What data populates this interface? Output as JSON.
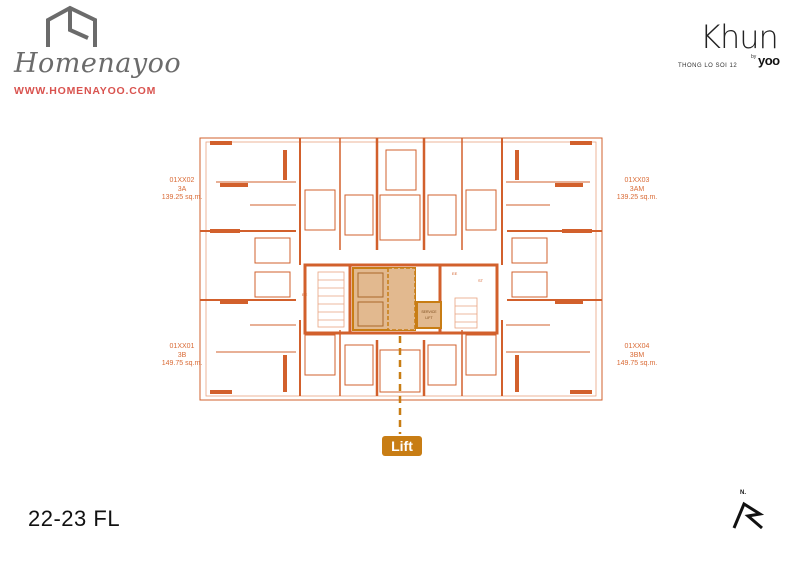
{
  "brand": {
    "name": "Homenayoo",
    "url": "WWW.HOMENAYOO.COM",
    "colors": {
      "name": "#6b6b6b",
      "url": "#d9534f",
      "house": "#6b6b6b"
    }
  },
  "project": {
    "name": "Khun",
    "subtitle": "THONG LO SOI 12",
    "by": "by",
    "partner": "yoo"
  },
  "units": [
    {
      "code": "01XX02",
      "type": "3A",
      "area": "139.25 sq.m."
    },
    {
      "code": "01XX03",
      "type": "3AM",
      "area": "139.25 sq.m."
    },
    {
      "code": "01XX01",
      "type": "3B",
      "area": "149.75 sq.m."
    },
    {
      "code": "01XX04",
      "type": "3BM",
      "area": "149.75 sq.m."
    }
  ],
  "core": {
    "service_lift": [
      "SERVICE",
      "LIFT"
    ],
    "small_labels": [
      "EE",
      "ST",
      "EE"
    ]
  },
  "lift_label": "Lift",
  "floor_label": "22-23 FL",
  "north_label": "N.",
  "colors": {
    "wall": "#d2602c",
    "wall_light": "#e9a37f",
    "lift_fill": "#e2b98f",
    "lift_accent": "#c87d14"
  },
  "icons": {
    "logo": "house-outline-icon",
    "north": "north-arrow-icon"
  }
}
